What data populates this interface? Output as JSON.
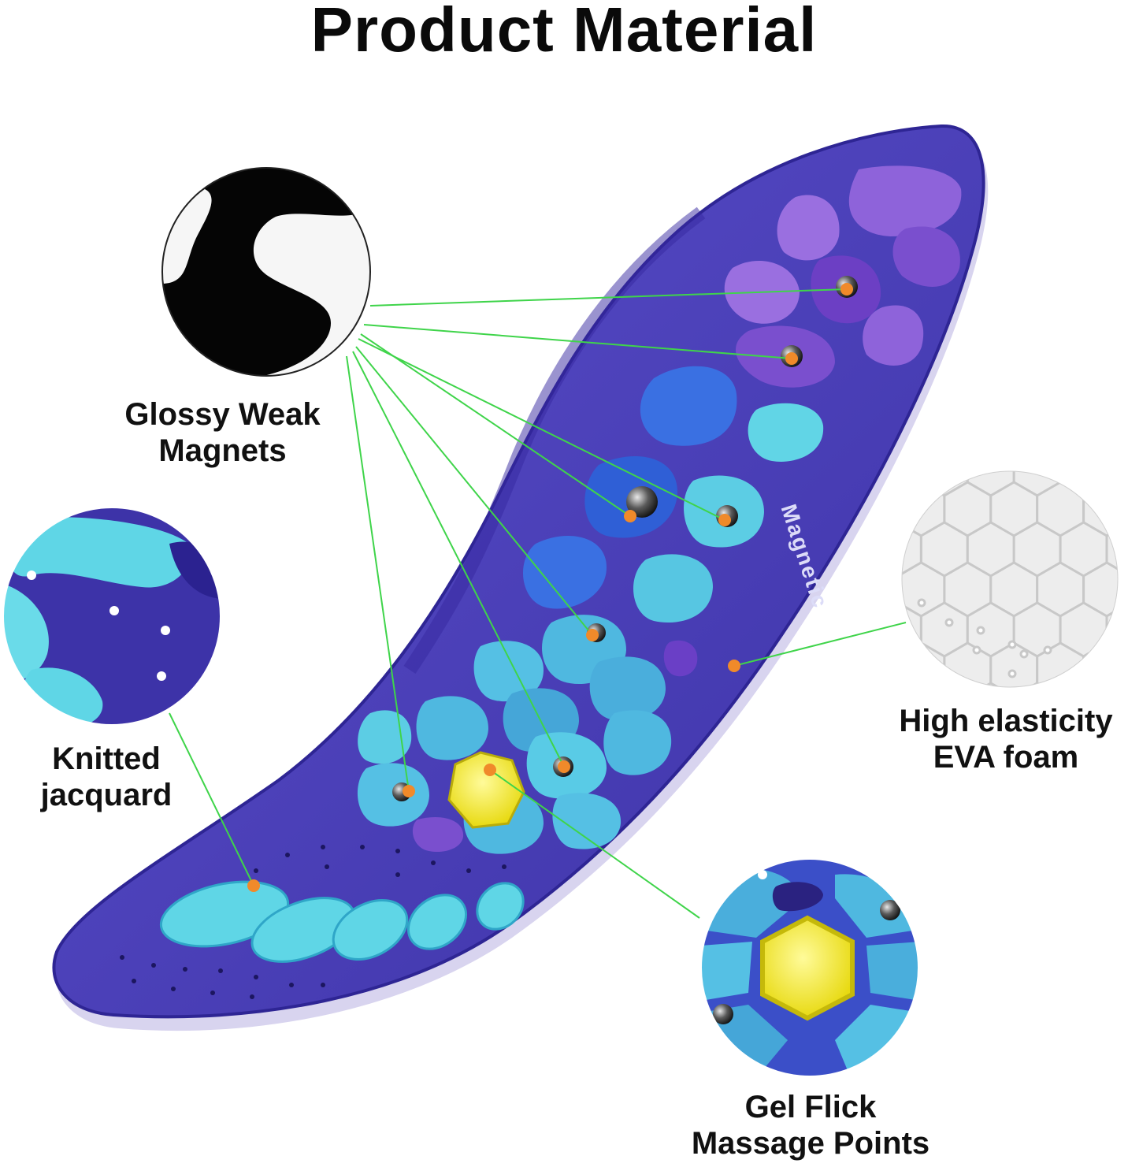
{
  "title": "Product Material",
  "insole_print": "Magnetic",
  "features": [
    {
      "label_line1": "Glossy Weak",
      "label_line2": "Magnets"
    },
    {
      "label_line1": "Knitted",
      "label_line2": "jacquard"
    },
    {
      "label_line1": "High elasticity",
      "label_line2": "EVA foam"
    },
    {
      "label_line1": "Gel Flick",
      "label_line2": "Massage Points"
    }
  ],
  "colors": {
    "insole_base": "#4b40b8",
    "insole_edge": "#2e2594",
    "purple_pad": "#8c5fd6",
    "blue_pad": "#3a6fe0",
    "cyan_pad": "#5fd6e6",
    "gel": "#f2ea2a",
    "callout_line": "#3fd44a",
    "marker": "#f08a2a"
  }
}
